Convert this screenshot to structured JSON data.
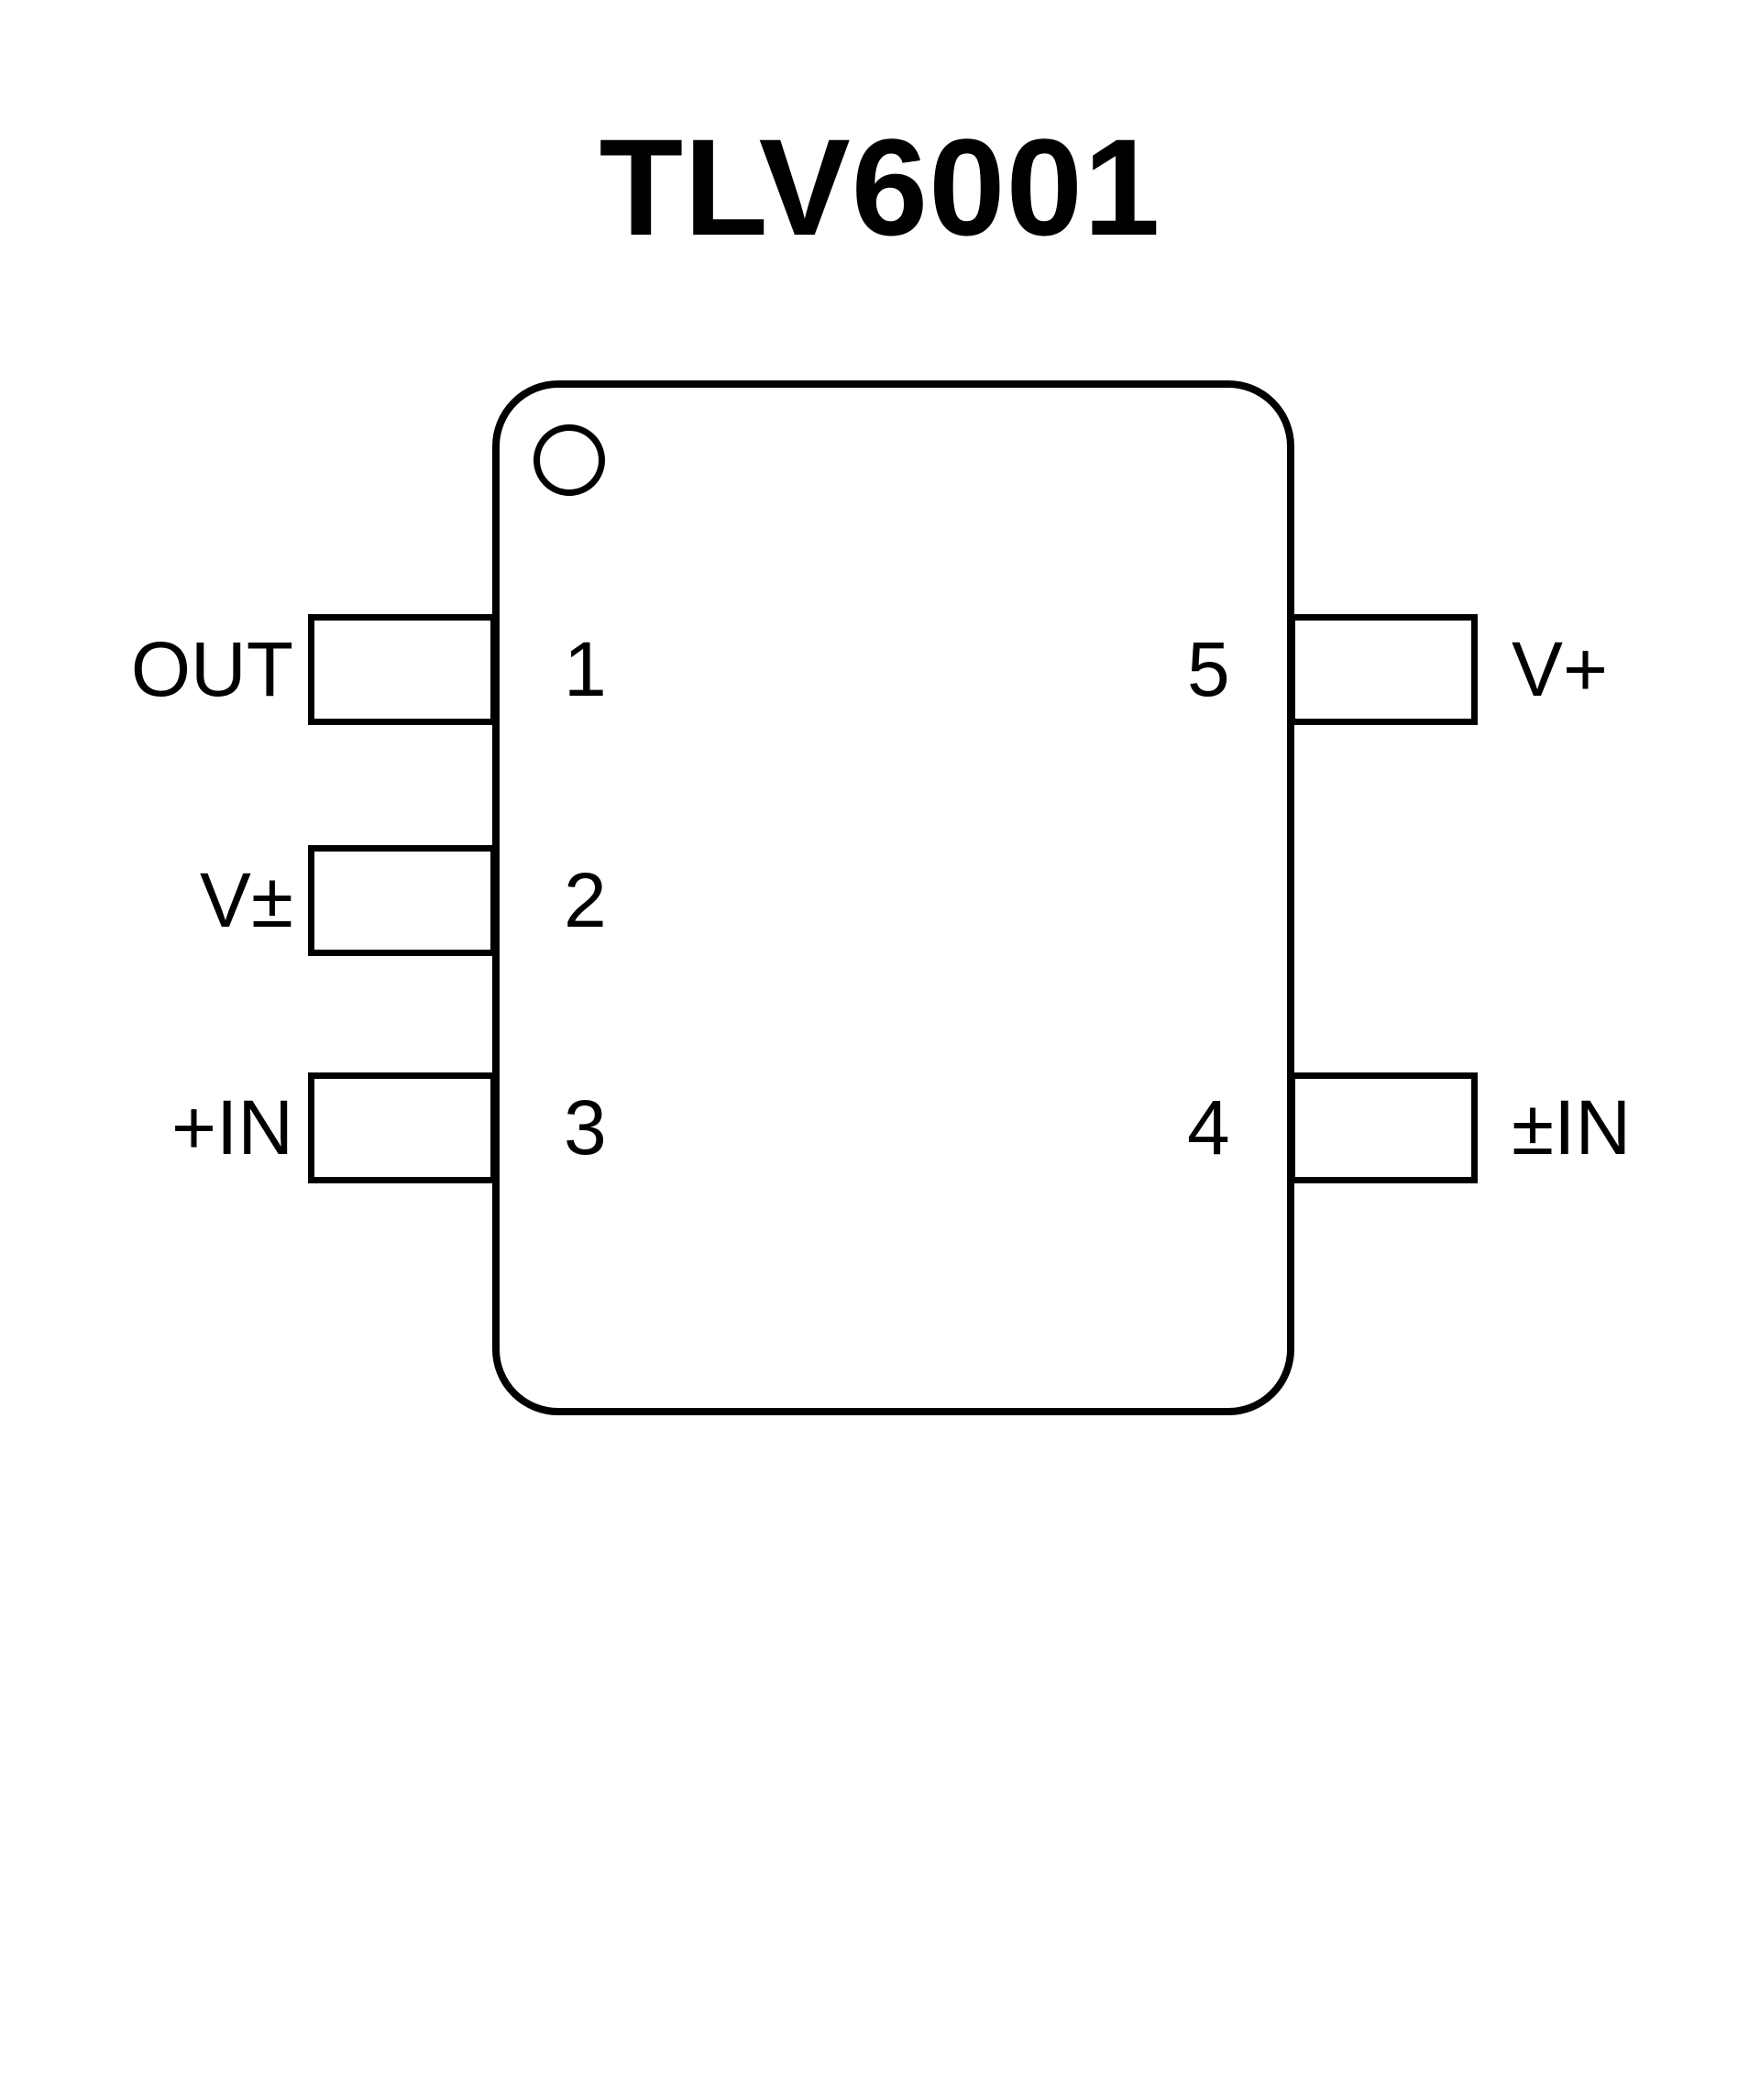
{
  "title": "TLV6001",
  "colors": {
    "stroke": "#000000",
    "background": "#ffffff"
  },
  "package": {
    "pins_left": [
      {
        "number": "1",
        "label": "OUT"
      },
      {
        "number": "2",
        "label": "V±"
      },
      {
        "number": "3",
        "label": "+IN"
      }
    ],
    "pins_right": [
      {
        "number": "5",
        "label": "V+"
      },
      {
        "number": "4",
        "label": "±IN"
      }
    ]
  }
}
